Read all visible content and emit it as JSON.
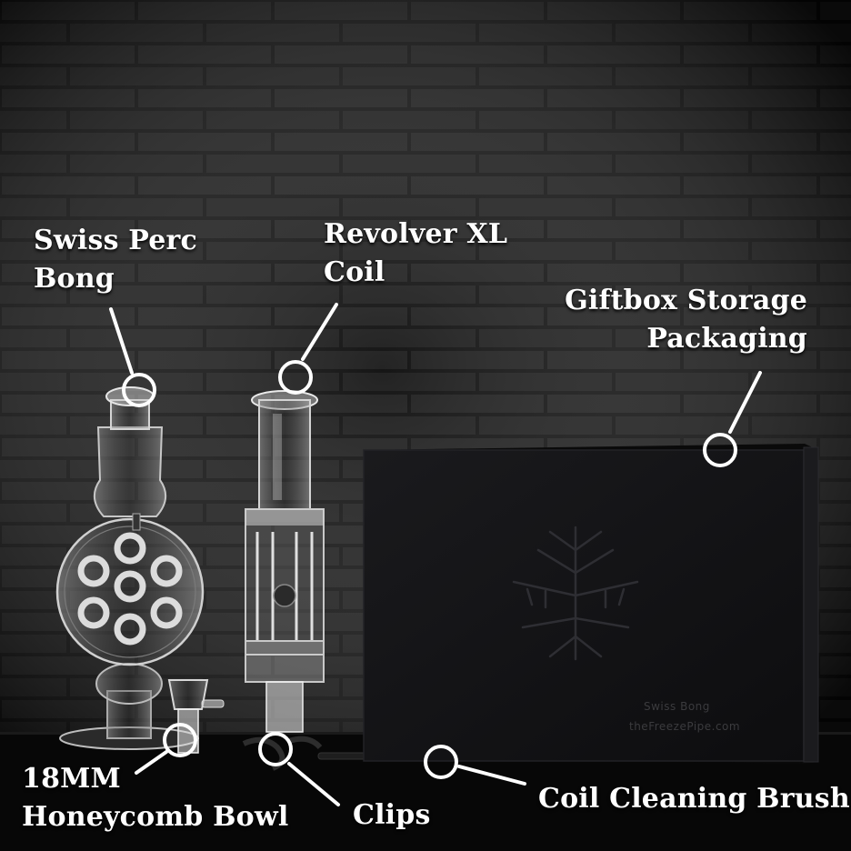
{
  "callouts": {
    "swiss_perc": [
      "Swiss Perc",
      "Bong"
    ],
    "revolver": [
      "Revolver XL",
      "Coil"
    ],
    "giftbox": [
      "Giftbox Storage",
      "Packaging"
    ],
    "bowl": [
      "18MM",
      "Honeycomb Bowl"
    ],
    "clips": "Clips",
    "brush": "Coil Cleaning Brush"
  },
  "giftbox_print": {
    "line1": "Swiss Bong",
    "line2": "theFreezePipe.com"
  },
  "colors": {
    "background": "#0b0b0b",
    "brick": "#161616",
    "mortar": "#060606",
    "callout": "#ffffff",
    "box": "#121214"
  }
}
